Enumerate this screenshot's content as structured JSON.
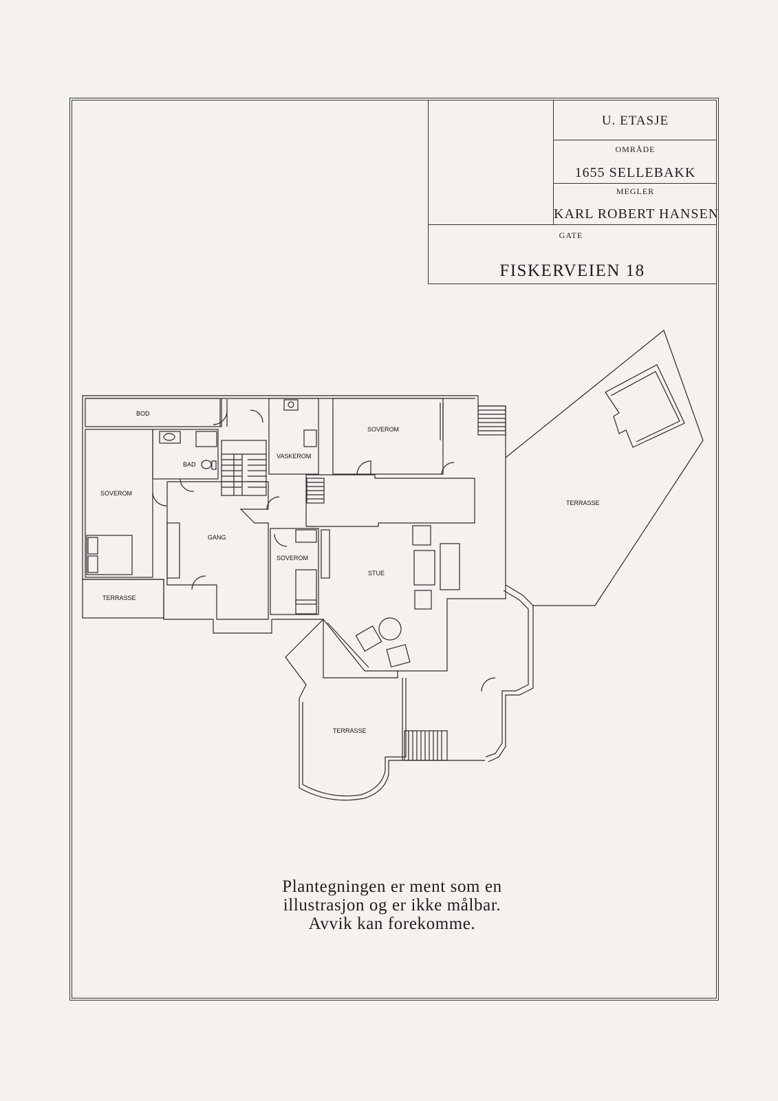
{
  "title_block": {
    "floor": "U. ETASJE",
    "area_label": "OMRÅDE",
    "area_value": "1655 SELLEBAKK",
    "agent_label": "MEGLER",
    "agent_value": "KARL ROBERT HANSEN",
    "street_label": "GATE",
    "street_value": "FISKERVEIEN 18"
  },
  "rooms": {
    "bod": "BOD",
    "bad": "BAD",
    "vaskerom": "VASKEROM",
    "soverom_top": "SOVEROM",
    "soverom_left": "SOVEROM",
    "gang": "GANG",
    "soverom_mid": "SOVEROM",
    "stue": "STUE",
    "terrasse_left": "TERRASSE",
    "terrasse_right": "TERRASSE",
    "terrasse_bottom": "TERRASSE"
  },
  "note": {
    "line1": "Plantegningen er ment som en",
    "line2": "illustrasjon og er ikke målbar.",
    "line3": "Avvik kan forekomme."
  },
  "colors": {
    "background": "#f6f0ee",
    "frame": "#2d3b2d",
    "plan_stroke": "#2a2a2a"
  }
}
